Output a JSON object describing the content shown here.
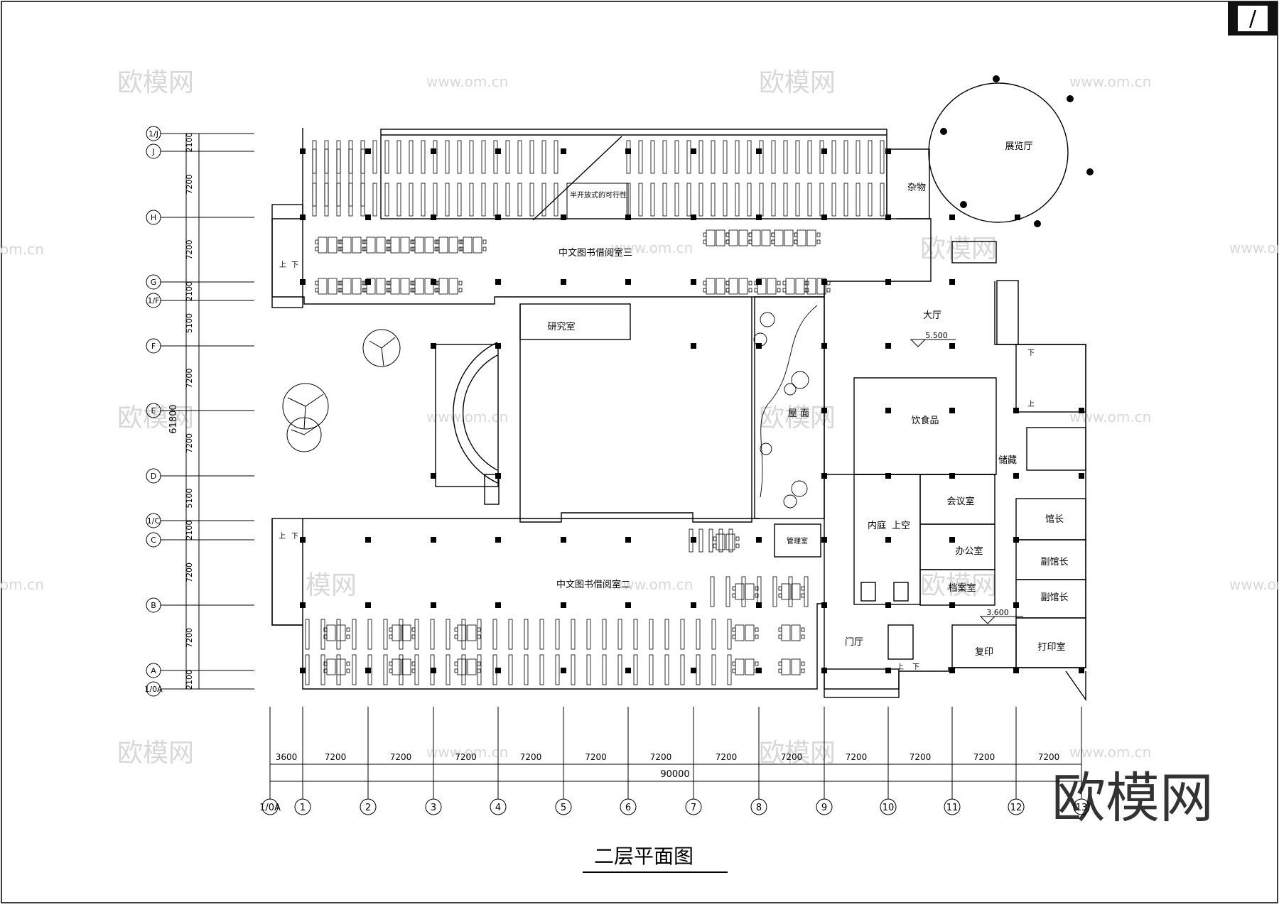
{
  "title": "二层平面图",
  "watermark": {
    "brand": "欧模网",
    "url": "www.om.cn",
    "partial_url": "om.cn",
    "partial_brand": "模网"
  },
  "logo_glyph": "/",
  "row_axes": [
    {
      "label": "1/J"
    },
    {
      "label": "J"
    },
    {
      "label": "H"
    },
    {
      "label": "G"
    },
    {
      "label": "1/F"
    },
    {
      "label": "F"
    },
    {
      "label": "E"
    },
    {
      "label": "D"
    },
    {
      "label": "1/C"
    },
    {
      "label": "C"
    },
    {
      "label": "B"
    },
    {
      "label": "A"
    },
    {
      "label": "1/0A"
    }
  ],
  "row_dims": [
    "2100",
    "7200",
    "7200",
    "2100",
    "5100",
    "7200",
    "7200",
    "5100",
    "2100",
    "7200",
    "7200",
    "2100"
  ],
  "total_height": "61800",
  "col_axes": [
    "1/0A",
    "1",
    "2",
    "3",
    "4",
    "5",
    "6",
    "7",
    "8",
    "9",
    "10",
    "11",
    "12",
    "13"
  ],
  "col_dims": [
    "3600",
    "7200",
    "7200",
    "7200",
    "7200",
    "7200",
    "7200",
    "7200",
    "7200",
    "7200",
    "7200",
    "7200",
    "7200"
  ],
  "total_width": "90000",
  "rooms": {
    "reading3": "中文图书借阅室三",
    "reading2": "中文图书借阅室二",
    "open_shelf": "半开放式的可行性",
    "sundry": "杂物",
    "exhibit": "展览厅",
    "hall": "大厅",
    "hall_level": "5.500",
    "research": "研究室",
    "roof": "屋 面",
    "food": "饮食品",
    "storage": "储藏",
    "meeting": "会议室",
    "courtyard": "内庭",
    "void": "上空",
    "office": "办公室",
    "archive": "档案室",
    "admin": "管理室",
    "director": "馆长",
    "deputy1": "副馆长",
    "deputy2": "副馆长",
    "lobby": "门厅",
    "copy": "复印",
    "print": "打印室",
    "lower_level": "3.600"
  },
  "stair": {
    "up": "上",
    "down": "下"
  }
}
